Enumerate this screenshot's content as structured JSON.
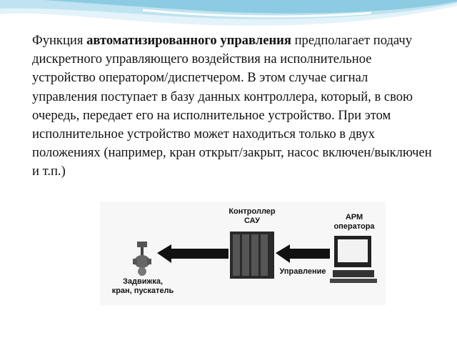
{
  "slide": {
    "p1": "Функция ",
    "p_bold": "автоматизированного управления",
    "p2": " предполагает подачу дискретного управляющего воздействия на исполнительное устройство оператором/диспетчером. В этом случае сигнал управления поступает в базу данных контроллера, который, в свою очередь, передает его на исполнительное устройство. При этом исполнительное устройство может находиться только в двух положениях (например, кран открыт/закрыт, насос включен/выключен и т.п.)"
  },
  "figure": {
    "controller_line1": "Контроллер",
    "controller_line2": "САУ",
    "workstation_line1": "АРМ",
    "workstation_line2": "оператора",
    "arrow_label": "Управление",
    "valve_line1": "Задвижка,",
    "valve_line2": "кран, пускатель"
  },
  "colors": {
    "wave_light": "#d6eef6",
    "wave_mid": "#a9d8ea",
    "wave_dark": "#6fbcd8"
  }
}
